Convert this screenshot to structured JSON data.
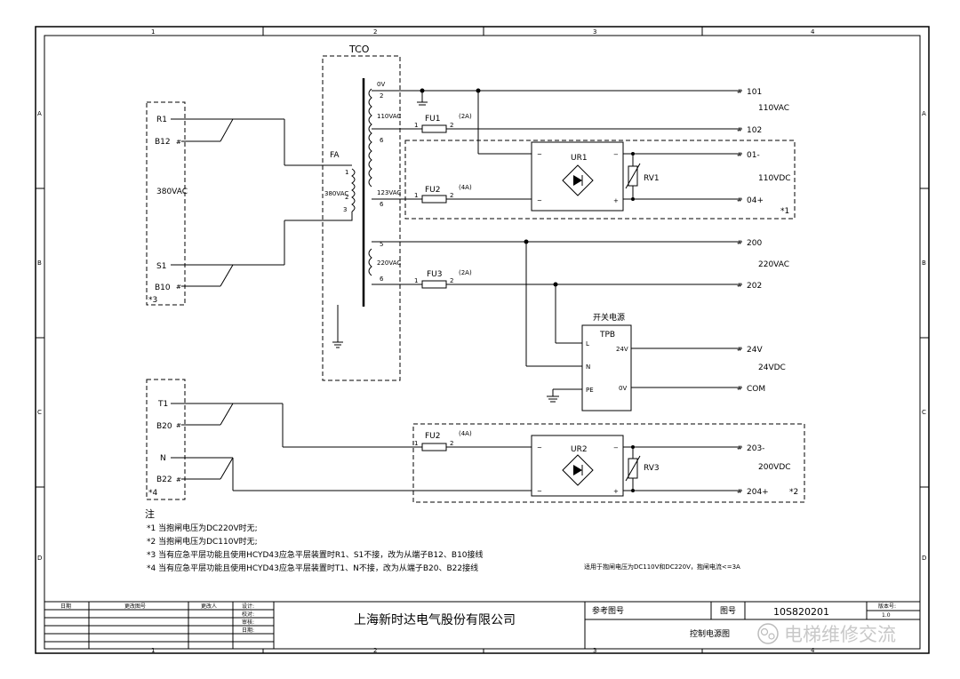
{
  "frame": {
    "cols": [
      "1",
      "2",
      "3",
      "4"
    ],
    "rows": [
      "A",
      "B",
      "C",
      "D"
    ]
  },
  "transformer": {
    "label": "TCO",
    "taps": [
      "0V",
      "110VAC",
      "123VAC",
      "220VAC"
    ],
    "pins": [
      "2",
      "6",
      "6",
      "5",
      "6"
    ],
    "primary_label": "380VAC",
    "primary_pins": [
      "1",
      "2",
      "3"
    ],
    "fa": "FA"
  },
  "input_block": {
    "terms": [
      "R1",
      "B12",
      "S1",
      "B10"
    ],
    "voltage": "380VAC",
    "mark": "*3"
  },
  "brake_block": {
    "terms": [
      "T1",
      "B20",
      "N",
      "B22"
    ],
    "mark": "*4"
  },
  "fuses": [
    {
      "name": "FU1",
      "rating": "(2A)",
      "p1": "1",
      "p2": "2"
    },
    {
      "name": "FU2",
      "rating": "(4A)",
      "p1": "1",
      "p2": "2"
    },
    {
      "name": "FU3",
      "rating": "(2A)",
      "p1": "1",
      "p2": "2"
    },
    {
      "name": "FU2",
      "rating": "(4A)",
      "p1": "1",
      "p2": "2"
    }
  ],
  "rectifiers": [
    {
      "name": "UR1",
      "rv": "RV1",
      "voltage": "110VDC",
      "mark": "*1"
    },
    {
      "name": "UR2",
      "rv": "RV3",
      "voltage": "200VDC",
      "mark": "*2"
    }
  ],
  "outputs": {
    "o101": "101",
    "v110": "110VAC",
    "o102": "102",
    "o01": "01-",
    "o04": "04+",
    "o200": "200",
    "v220": "220VAC",
    "o202": "202",
    "o24": "24V",
    "v24": "24VDC",
    "ocom": "COM",
    "o203": "203-",
    "o204": "204+"
  },
  "psu": {
    "title": "开关电源",
    "name": "TPB",
    "pins": [
      "L",
      "N",
      "PE",
      "24V",
      "0V"
    ]
  },
  "notes": {
    "title": "注",
    "items": [
      "*1  当抱闸电压为DC220V时无;",
      "*2  当抱闸电压为DC110V时无;",
      "*3  当有应急平层功能且使用HCYD43应急平层装置时R1、S1不接，改为从端子B12、B10接线",
      "*4  当有应急平层功能且使用HCYD43应急平层装置时T1、N不接，改为从端子B20、B22接线"
    ],
    "applicable": "适用于抱闸电压为DC110V和DC220V，抱闸电流<=3A"
  },
  "title_block": {
    "date": "日期",
    "change_no": "更改图号",
    "changer": "更改人",
    "design": "设计:",
    "check": "校对:",
    "review": "审核:",
    "date2": "日期:",
    "company": "上海新时达电气股份有限公司",
    "ref": "参考图号",
    "drawing_no_label": "图号",
    "drawing_no": "10S820201",
    "version_label": "版本号:",
    "version": "1.0",
    "drawing_title": "控制电源图"
  },
  "watermark": "电梯维修交流"
}
